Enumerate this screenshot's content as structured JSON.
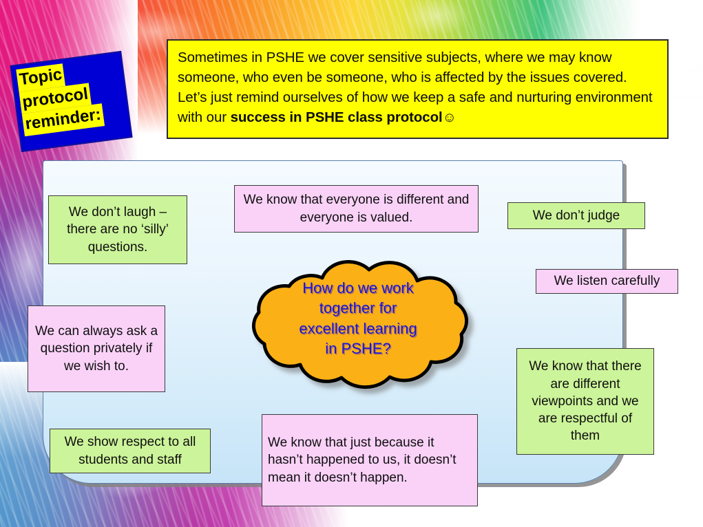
{
  "slide": {
    "topic_tag": {
      "lines": [
        "Topic",
        "protocol",
        "reminder:"
      ],
      "box_color": "#0000d4",
      "highlight_color": "#ffff00"
    },
    "intro_banner": {
      "text_part1": "Sometimes in PSHE we cover sensitive subjects, where we may know someone, who even be someone, who is affected by the issues covered. Let’s just remind ourselves of how we keep a safe and nurturing environment with our ",
      "text_bold": "success in PSHE class protocol",
      "emoji": "☺",
      "background_color": "#ffff00"
    },
    "cloud": {
      "lines": [
        "How do we work",
        "together for",
        "excellent learning",
        "in PSHE?"
      ],
      "fill_color": "#fbb017",
      "text_color": "#1616d8"
    },
    "notes": [
      {
        "id": "note-laugh",
        "color": "green",
        "text": "We don’t laugh – there are no ‘silly’ questions."
      },
      {
        "id": "note-everyone",
        "color": "pink",
        "text": "We know that everyone is different and everyone is valued."
      },
      {
        "id": "note-judge",
        "color": "green",
        "text": "We don’t judge"
      },
      {
        "id": "note-listen",
        "color": "pink",
        "text": "We listen carefully"
      },
      {
        "id": "note-ask",
        "color": "pink",
        "text": "We can always ask a question privately if we wish to."
      },
      {
        "id": "note-viewpoints",
        "color": "green",
        "text": "We know that there are different viewpoints and we are respectful of them"
      },
      {
        "id": "note-respect",
        "color": "green",
        "text": "We show respect to all students and staff"
      },
      {
        "id": "note-happen",
        "color": "pink",
        "text": "We know that just because it hasn’t happened to us, it doesn’t mean it doesn’t happen."
      }
    ],
    "colors": {
      "panel_top": "#f5fbff",
      "panel_bottom": "#c6e4f8",
      "green_note": "#ccf49a",
      "pink_note": "#fad2f8",
      "rainbow_start": "#e0197c",
      "rainbow_end": "#3fc27c"
    }
  }
}
